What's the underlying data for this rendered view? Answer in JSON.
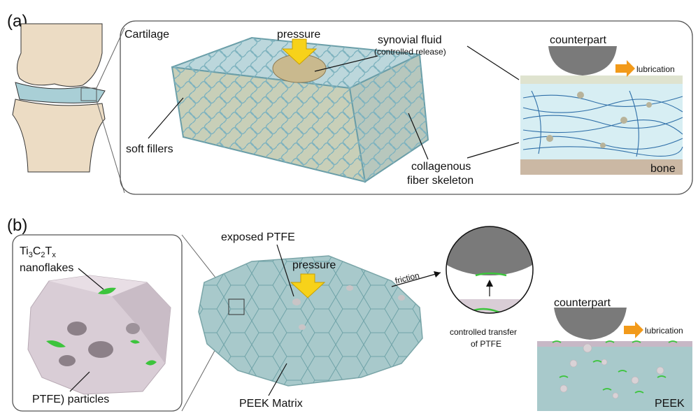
{
  "panel_a": {
    "tag": "(a)",
    "cartilage_label": "Cartilage",
    "pressure_label": "pressure",
    "synovial_fluid_label": "synovial fluid",
    "synovial_fluid_sub": "(controlled release)",
    "soft_fillers_label": "soft fillers",
    "collagen_line1": "collagenous",
    "collagen_line2": "fiber skeleton",
    "counterpart_label": "counterpart",
    "lubrication_label": "lubrication",
    "bone_label": "bone"
  },
  "panel_b": {
    "tag": "(b)",
    "nanoflakes_line2": "nanoflakes",
    "ptfe_particles_label": "PTFE) particles",
    "exposed_ptfe_label": "exposed PTFE",
    "pressure_label": "pressure",
    "friction_label": "friction",
    "peek_matrix_label": "PEEK Matrix",
    "controlled_transfer_line1": "controlled transfer",
    "controlled_transfer_line2": "of PTFE",
    "counterpart_label": "counterpart",
    "lubrication_label": "lubrication",
    "peek_label": "PEEK"
  },
  "colors": {
    "cartilage_blue": "#a9cfd6",
    "bone_beige": "#ecdcc4",
    "filler_tan": "#c9b98e",
    "arrow_yellow": "#f7d21a",
    "lubrication_orange": "#f29a1a",
    "counterpart_gray": "#7a7a7a",
    "peek_teal": "#a8c9cb",
    "ptfe_mauve": "#d9cdd6",
    "flake_green": "#3cc43c",
    "fiber_blue": "#2f6fa8"
  }
}
